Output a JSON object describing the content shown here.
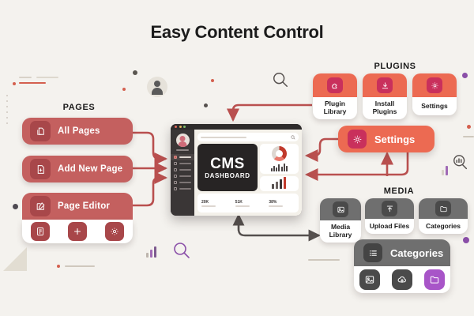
{
  "page": {
    "title": "Easy Content Control",
    "background_color": "#f4f2ee"
  },
  "colors": {
    "red": "#c4605f",
    "red_dark": "#a8474a",
    "orange": "#ec6a52",
    "crimson": "#c9305c",
    "gray": "#6f6f6f",
    "gray_dark": "#4a4a4a",
    "purple": "#a855c8",
    "arrow_red": "#b9504f",
    "arrow_gray": "#55504e",
    "dark": "#1c1c1c"
  },
  "pages": {
    "label": "PAGES",
    "items": [
      {
        "label": "All Pages",
        "icon": "pages-copy-icon"
      },
      {
        "label": "Add New Page",
        "icon": "file-plus-icon"
      },
      {
        "label": "Page Editor",
        "icon": "edit-pencil-icon"
      }
    ],
    "editor_toolbar": [
      {
        "icon": "document-icon"
      },
      {
        "icon": "plus-icon"
      },
      {
        "icon": "gear-icon"
      }
    ]
  },
  "plugins": {
    "label": "PLUGINS",
    "cards": [
      {
        "label": "Plugin Library",
        "icon": "puzzle-icon"
      },
      {
        "label": "Install Plugins",
        "icon": "download-icon"
      },
      {
        "label": "Settings",
        "icon": "gear-icon"
      }
    ],
    "bar": {
      "label": "Settings",
      "icon": "gear-icon"
    }
  },
  "media": {
    "label": "MEDIA",
    "cards": [
      {
        "label": "Media Library",
        "icon": "image-icon"
      },
      {
        "label": "Upload Files",
        "icon": "upload-icon"
      },
      {
        "label": "Categories",
        "icon": "folder-icon"
      }
    ],
    "bar": {
      "label": "Categories",
      "icon": "list-icon"
    },
    "icon_row": [
      {
        "icon": "image-icon",
        "color": "#4a4a4a"
      },
      {
        "icon": "cloud-upload-icon",
        "color": "#4a4a4a"
      },
      {
        "icon": "folder-icon",
        "color": "#a855c8"
      }
    ]
  },
  "dashboard": {
    "title_line1": "CMS",
    "title_line2": "DASHBOARD",
    "window_dots": [
      "#e06a5c",
      "#e0b45c",
      "#7fbf6a"
    ],
    "stats": [
      {
        "value": "20K"
      },
      {
        "value": "51K"
      },
      {
        "value": "38%"
      }
    ],
    "sidebar_items": 6,
    "donut_chart": {
      "segments": [
        38,
        24,
        38
      ],
      "colors": [
        "#c0392b",
        "#e8776a",
        "#ddd6d0"
      ]
    },
    "mini_bars": [
      4,
      7,
      5,
      9,
      6,
      10,
      7
    ],
    "bottom_bars": [
      6,
      9,
      12,
      15
    ]
  },
  "decorations": {
    "avatar_icon": "person-avatar-icon",
    "search_icon": "search-icon",
    "chart_search_icon": "chart-search-icon",
    "bar_chart_icon": "bar-chart-icon"
  }
}
